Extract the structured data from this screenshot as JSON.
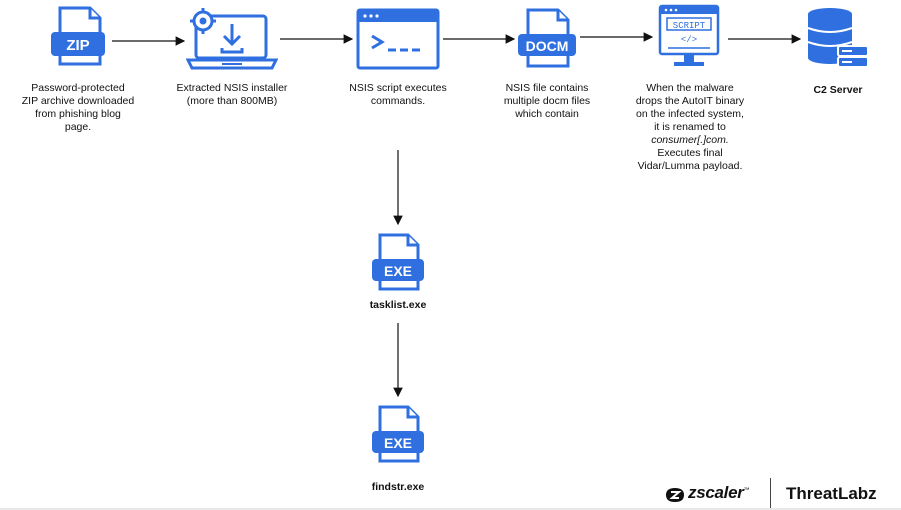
{
  "nodes": {
    "zip": {
      "icon_label": "ZIP",
      "caption": [
        "Password-protected",
        "ZIP archive downloaded",
        "from phishing blog",
        "page."
      ]
    },
    "nsis_installer": {
      "caption": [
        "Extracted NSIS installer",
        "(more than 800MB)"
      ]
    },
    "nsis_script": {
      "icon_label": ">_..",
      "caption": [
        "NSIS script executes",
        "commands."
      ]
    },
    "docm": {
      "icon_label": "DOCM",
      "caption": [
        "NSIS file contains",
        "multiple docm files",
        "which contain"
      ]
    },
    "script": {
      "icon_label": "SCRIPT",
      "icon_sub": "</>",
      "caption_lines": [
        "When the malware",
        "drops the AutoIT binary",
        "on the infected system,",
        "it is renamed to"
      ],
      "caption_italic": "consumer[.]com.",
      "caption_tail": [
        "Executes final",
        "Vidar/Lumma payload."
      ]
    },
    "c2": {
      "caption": "C2 Server"
    },
    "tasklist": {
      "icon_label": "EXE",
      "caption": "tasklist.exe"
    },
    "findstr": {
      "icon_label": "EXE",
      "caption": "findstr.exe"
    }
  },
  "branding": {
    "zscaler": "zscaler",
    "threatlabz": "ThreatLabz"
  },
  "colors": {
    "accent": "#2f6fe0",
    "accent_dark": "#1d56c4",
    "arrow": "#111111"
  }
}
